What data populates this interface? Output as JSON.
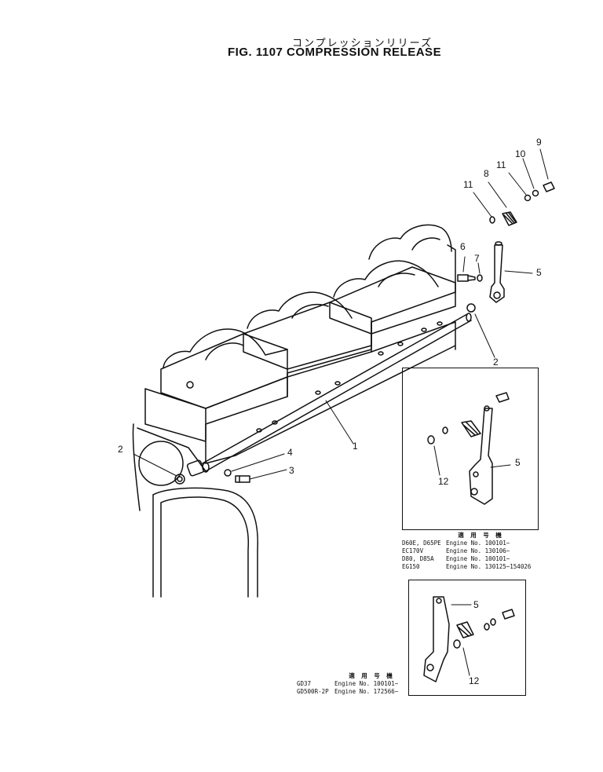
{
  "title": {
    "japanese": "コンプレッションリリーズ",
    "figure": "FIG. 1107 COMPRESSION RELEASE"
  },
  "callouts": {
    "c1": "1",
    "c2a": "2",
    "c2b": "2",
    "c3": "3",
    "c4": "4",
    "c5a": "5",
    "c6": "6",
    "c7": "7",
    "c8": "8",
    "c9": "9",
    "c10": "10",
    "c11a": "11",
    "c11b": "11",
    "c5b": "5",
    "c12a": "12",
    "c5c": "5",
    "c12b": "12"
  },
  "applicability_1": {
    "header": "適 用 号 機",
    "rows": [
      {
        "model": "D60E, D65PE",
        "serial": "Engine No. 100101~"
      },
      {
        "model": "EC170V",
        "serial": "Engine No. 130106~"
      },
      {
        "model": "D80, D85A",
        "serial": "Engine No. 100101~"
      },
      {
        "model": "EG150",
        "serial": "Engine No. 130125~154026"
      }
    ]
  },
  "applicability_2": {
    "header": "適 用 号 機",
    "rows": [
      {
        "model": "GD37",
        "serial": "Engine No. 100101~"
      },
      {
        "model": "GD500R-2P",
        "serial": "Engine No. 172566~"
      }
    ]
  }
}
